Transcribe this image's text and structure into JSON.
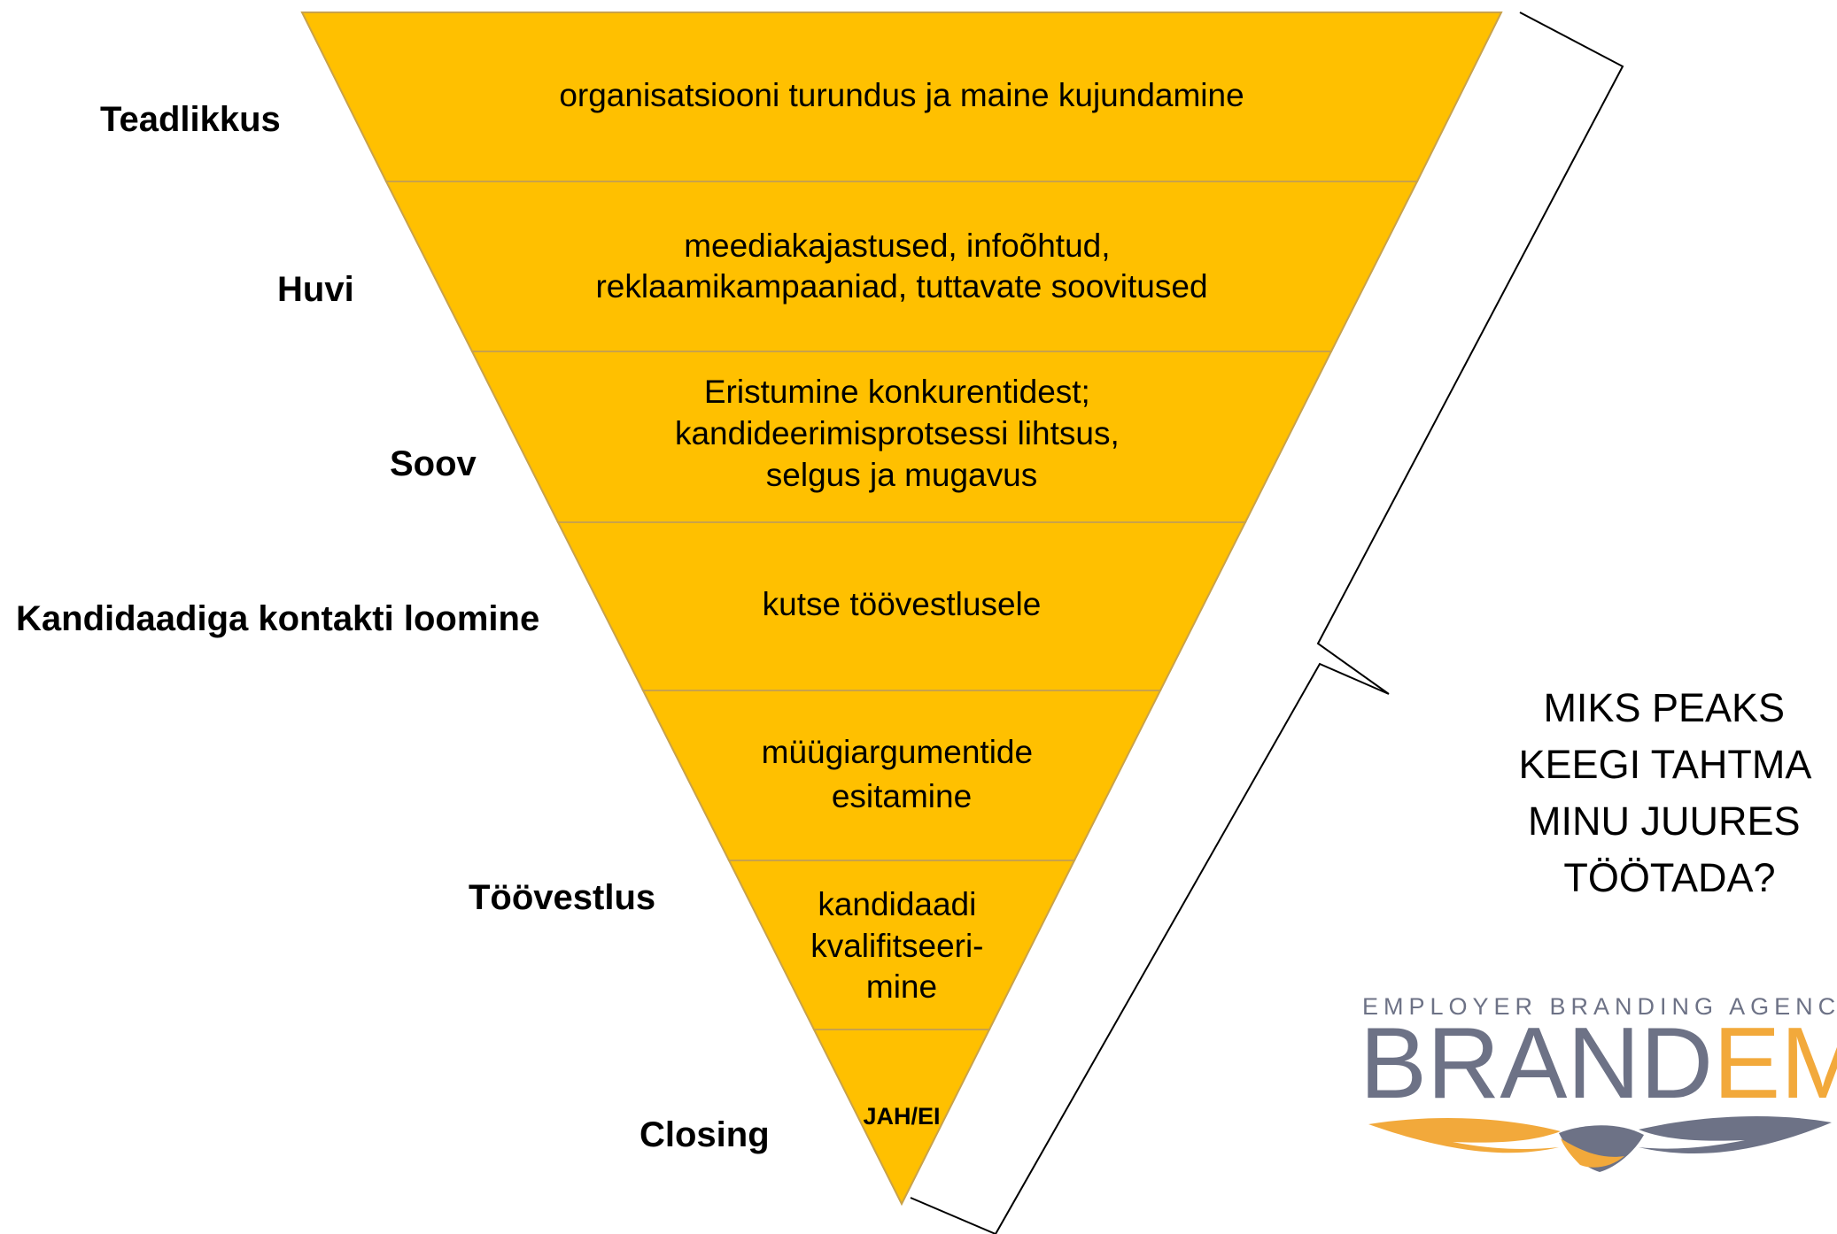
{
  "stages": [
    {
      "label": "Teadlikkus"
    },
    {
      "label": "Huvi"
    },
    {
      "label": "Soov"
    },
    {
      "label": "Kandidaadiga kontakti loomine"
    },
    {
      "label": "Töövestlus"
    },
    {
      "label": "Closing"
    }
  ],
  "funnel": {
    "fill_color": "#FFC000",
    "border_color": "#C9A24A",
    "bands": [
      {
        "lines": [
          "organisatsiooni turundus  ja maine kujundamine"
        ]
      },
      {
        "lines": [
          "meediakajastused, infoõhtud,",
          "reklaamikampaaniad, tuttavate soovitused"
        ]
      },
      {
        "lines": [
          "Eristumine konkurentidest;",
          "kandideerimisprotsessi lihtsus,",
          "selgus ja mugavus"
        ]
      },
      {
        "lines": [
          "kutse töövestlusele"
        ]
      },
      {
        "lines": [
          "müügiargumentide",
          "esitamine"
        ]
      },
      {
        "lines": [
          "kandidaadi",
          "kvalifitseeri-",
          "mine"
        ]
      },
      {
        "lines": [
          "JAH/EI"
        ]
      }
    ]
  },
  "question": {
    "lines": [
      "MIKS PEAKS",
      "KEEGI TAHTMA",
      "MINU JUURES",
      "TÖÖTADA?"
    ]
  },
  "logo": {
    "tagline": "EMPLOYER BRANDING AGENCY",
    "word_part1": "BRAND",
    "word_part2": "EM",
    "color_part1": "#6D7286",
    "color_part2": "#F2A93B"
  }
}
